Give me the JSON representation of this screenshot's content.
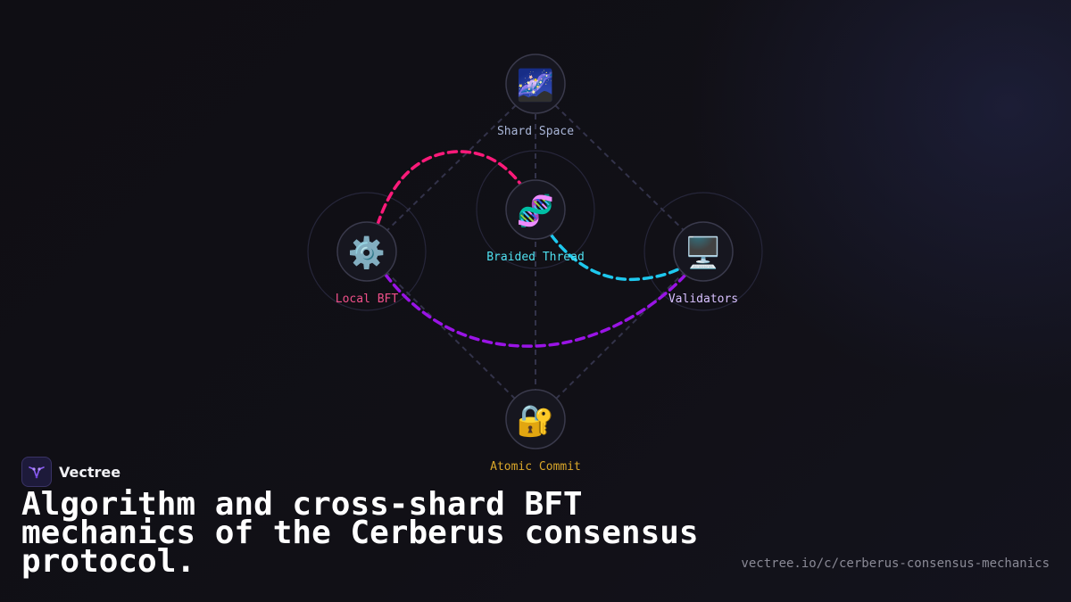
{
  "nodes": {
    "shard_space": {
      "icon": "galaxy-icon",
      "glyph": "🌌",
      "label": "Shard Space",
      "color": "#a9b6d8"
    },
    "braided_thread": {
      "icon": "dna-icon",
      "glyph": "🧬",
      "label": "Braided Thread",
      "color": "#4fe0f0"
    },
    "local_bft": {
      "icon": "gear-icon",
      "glyph": "⚙️",
      "label": "Local BFT",
      "color": "#f0508a"
    },
    "validators": {
      "icon": "desktop-computer-icon",
      "glyph": "🖥️",
      "label": "Validators",
      "color": "#d8c0ff"
    },
    "atomic_commit": {
      "icon": "lock-key-icon",
      "glyph": "🔐",
      "label": "Atomic Commit",
      "color": "#d9a62a"
    }
  },
  "flows": {
    "local_to_braided": "#ff1a7a",
    "braided_to_validators": "#1ec8ee",
    "local_to_validators": "#9a14e6"
  },
  "brand": {
    "name": "Vectree",
    "logo_icon": "vectree-logo-icon"
  },
  "headline": "Algorithm and cross-shard BFT mechanics of the Cerberus consensus protocol.",
  "url": "vectree.io/c/cerberus-consensus-mechanics"
}
